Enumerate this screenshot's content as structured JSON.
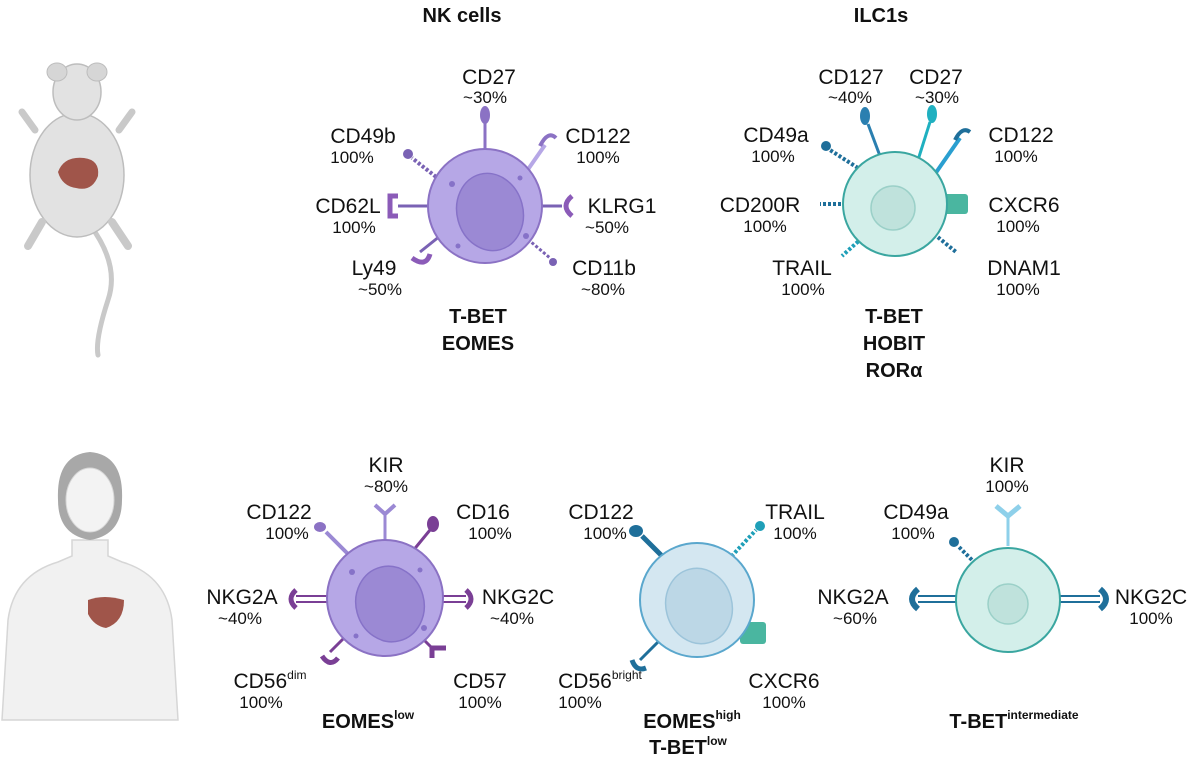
{
  "headers": {
    "nk": "NK cells",
    "ilc1": "ILC1s"
  },
  "colors": {
    "nk_purple": "#8b72c4",
    "nk_fill": "#b6a7e6",
    "ilc_teal": "#3aa6a0",
    "ilc_fill": "#d3efea",
    "blue_fill": "#d4e7f1",
    "dark_blue": "#1f6f9a",
    "light_blue": "#8ed0ea",
    "liver": "#a0554a"
  },
  "mouse_nk": {
    "markers": [
      {
        "name": "CD27",
        "pct": "~30%"
      },
      {
        "name": "CD49b",
        "pct": "100%"
      },
      {
        "name": "CD122",
        "pct": "100%"
      },
      {
        "name": "CD62L",
        "pct": "100%"
      },
      {
        "name": "KLRG1",
        "pct": "~50%"
      },
      {
        "name": "Ly49",
        "pct": "~50%"
      },
      {
        "name": "CD11b",
        "pct": "~80%"
      }
    ],
    "tfs": [
      "T-BET",
      "EOMES"
    ]
  },
  "mouse_ilc1": {
    "markers": [
      {
        "name": "CD127",
        "pct": "~40%"
      },
      {
        "name": "CD27",
        "pct": "~30%"
      },
      {
        "name": "CD49a",
        "pct": "100%"
      },
      {
        "name": "CD122",
        "pct": "100%"
      },
      {
        "name": "CD200R",
        "pct": "100%"
      },
      {
        "name": "CXCR6",
        "pct": "100%"
      },
      {
        "name": "TRAIL",
        "pct": "100%"
      },
      {
        "name": "DNAM1",
        "pct": "100%"
      }
    ],
    "tfs": [
      "T-BET",
      "HOBIT",
      "RORα"
    ]
  },
  "human_nk_dim": {
    "markers": [
      {
        "name": "KIR",
        "pct": "~80%"
      },
      {
        "name": "CD122",
        "pct": "100%"
      },
      {
        "name": "CD16",
        "pct": "100%"
      },
      {
        "name": "NKG2A",
        "pct": "~40%"
      },
      {
        "name": "NKG2C",
        "pct": "~40%"
      },
      {
        "name": "CD56",
        "sup": "dim",
        "pct": "100%"
      },
      {
        "name": "CD57",
        "pct": "100%"
      }
    ],
    "tf": {
      "name": "EOMES",
      "sup": "low"
    }
  },
  "human_nk_bright": {
    "markers": [
      {
        "name": "CD122",
        "pct": "100%"
      },
      {
        "name": "TRAIL",
        "pct": "100%"
      },
      {
        "name": "CD56",
        "sup": "bright",
        "pct": "100%"
      },
      {
        "name": "CXCR6",
        "pct": "100%"
      }
    ],
    "tf1": {
      "name": "EOMES",
      "sup": "high"
    },
    "tf2": {
      "name": "T-BET",
      "sup": "low"
    }
  },
  "human_ilc1": {
    "markers": [
      {
        "name": "KIR",
        "pct": "100%"
      },
      {
        "name": "CD49a",
        "pct": "100%"
      },
      {
        "name": "NKG2A",
        "pct": "~60%"
      },
      {
        "name": "NKG2C",
        "pct": "100%"
      }
    ],
    "tf": {
      "name": "T-BET",
      "sup": "intermediate"
    }
  }
}
